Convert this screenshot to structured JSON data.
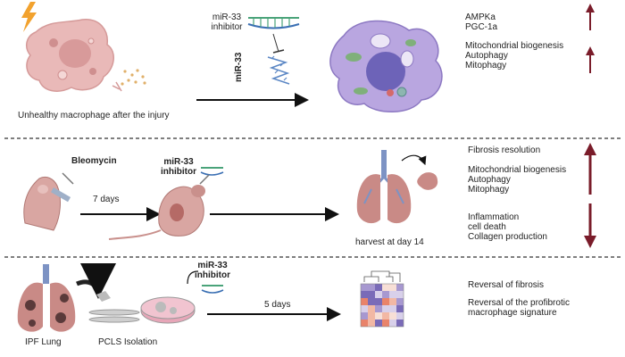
{
  "panel1": {
    "caption": "Unhealthy macrophage after the injury",
    "inhibitor_line1": "miR-33",
    "inhibitor_line2": "inhibitor",
    "mir33_label": "miR-33",
    "up_group1": [
      "AMPKa",
      "PGC-1a"
    ],
    "up_group2": [
      "Mitochondrial biogenesis",
      "Autophagy",
      "Mitophagy"
    ]
  },
  "panel2": {
    "bleomycin": "Bleomycin",
    "days": "7  days",
    "inhibitor_line1": "miR-33",
    "inhibitor_line2": "inhibitor",
    "harvest": "harvest at day 14",
    "up_single": "Fibrosis resolution",
    "up_group": [
      "Mitochondrial biogenesis",
      "Autophagy",
      "Mitophagy"
    ],
    "down_group": [
      "Inflammation",
      "cell death",
      "Collagen production"
    ]
  },
  "panel3": {
    "ipf": "IPF Lung",
    "pcls": "PCLS Isolation",
    "inhibitor_line1": "miR-33",
    "inhibitor_line2": "inhibitor",
    "days": "5 days",
    "result1": "Reversal of  fibrosis",
    "result2_line1": "Reversal of the profibrotic",
    "result2_line2": "macrophage signature"
  },
  "colors": {
    "arrow_dark_red": "#7a1c2a",
    "macrophage_purple": "#b9a6e0",
    "injured_pink": "#e9b9b8",
    "lung_pink": "#c98a86",
    "airway_blue": "#7d93c4"
  },
  "icons": [
    "lightning-icon",
    "macrophage-icon",
    "mouse-icon",
    "lung-icon",
    "heatmap-icon",
    "petri-dish-icon",
    "rna-icon"
  ]
}
